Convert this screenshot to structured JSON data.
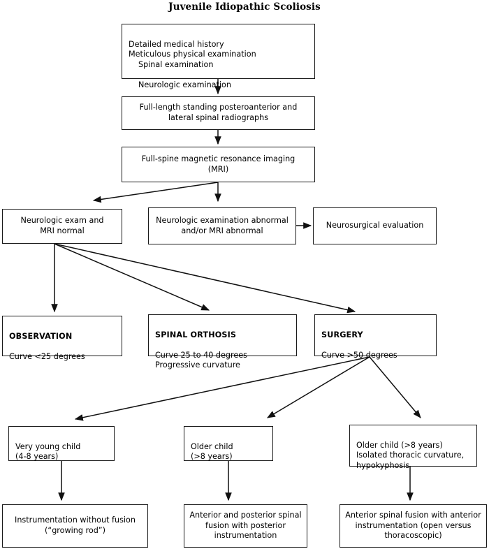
{
  "title": "Juvenile Idiopathic Scoliosis",
  "nodes": {
    "workup": {
      "line1": "Detailed medical history",
      "line2": "Meticulous physical examination",
      "line3": "Spinal examination",
      "line4": "Neurologic examination"
    },
    "radiographs": {
      "text": "Full-length standing posteroanterior and\nlateral spinal radiographs"
    },
    "mri": {
      "text": "Full-spine magnetic resonance imaging\n(MRI)"
    },
    "exam_normal": {
      "text": "Neurologic exam and\nMRI normal"
    },
    "exam_abnormal": {
      "text": "Neurologic examination abnormal\nand/or MRI abnormal"
    },
    "neurosurgical": {
      "text": "Neurosurgical evaluation"
    },
    "observation": {
      "header": "OBSERVATION",
      "detail": "Curve <25 degrees"
    },
    "orthosis": {
      "header": "SPINAL ORTHOSIS",
      "detail": "Curve 25 to 40 degrees\nProgressive curvature"
    },
    "surgery": {
      "header": "SURGERY",
      "detail": "Curve >50 degrees"
    },
    "very_young_child": {
      "text": "Very young child\n(4-8 years)"
    },
    "older_child": {
      "text": "Older child\n(>8 years)"
    },
    "older_child_thoracic": {
      "text": "Older child (>8 years)\nIsolated thoracic curvature,\nhypokyphosis"
    },
    "growing_rod": {
      "text": "Instrumentation without fusion\n(“growing rod”)"
    },
    "ap_fusion": {
      "text": "Anterior and posterior spinal\nfusion with posterior\ninstrumentation"
    },
    "anterior_fusion": {
      "text": "Anterior spinal fusion with anterior\ninstrumentation (open versus\nthoracoscopic)"
    }
  },
  "chart_data": {
    "type": "diagram",
    "title": "Juvenile Idiopathic Scoliosis",
    "diagram_kind": "clinical-algorithm-flowchart",
    "orientation": "top-to-bottom",
    "node_order": [
      "workup",
      "radiographs",
      "mri",
      "exam_normal",
      "exam_abnormal",
      "neurosurgical",
      "observation",
      "orthosis",
      "surgery",
      "very_young_child",
      "older_child",
      "older_child_thoracic",
      "growing_rod",
      "ap_fusion",
      "anterior_fusion"
    ],
    "edges": [
      {
        "from": "workup",
        "to": "radiographs"
      },
      {
        "from": "radiographs",
        "to": "mri"
      },
      {
        "from": "mri",
        "to": "exam_normal"
      },
      {
        "from": "mri",
        "to": "exam_abnormal"
      },
      {
        "from": "exam_abnormal",
        "to": "neurosurgical"
      },
      {
        "from": "exam_normal",
        "to": "observation"
      },
      {
        "from": "exam_normal",
        "to": "orthosis"
      },
      {
        "from": "exam_normal",
        "to": "surgery"
      },
      {
        "from": "surgery",
        "to": "very_young_child"
      },
      {
        "from": "surgery",
        "to": "older_child"
      },
      {
        "from": "surgery",
        "to": "older_child_thoracic"
      },
      {
        "from": "very_young_child",
        "to": "growing_rod"
      },
      {
        "from": "older_child",
        "to": "ap_fusion"
      },
      {
        "from": "older_child_thoracic",
        "to": "anterior_fusion"
      }
    ],
    "line_color": "#1a1a1a",
    "background": "#ffffff"
  }
}
